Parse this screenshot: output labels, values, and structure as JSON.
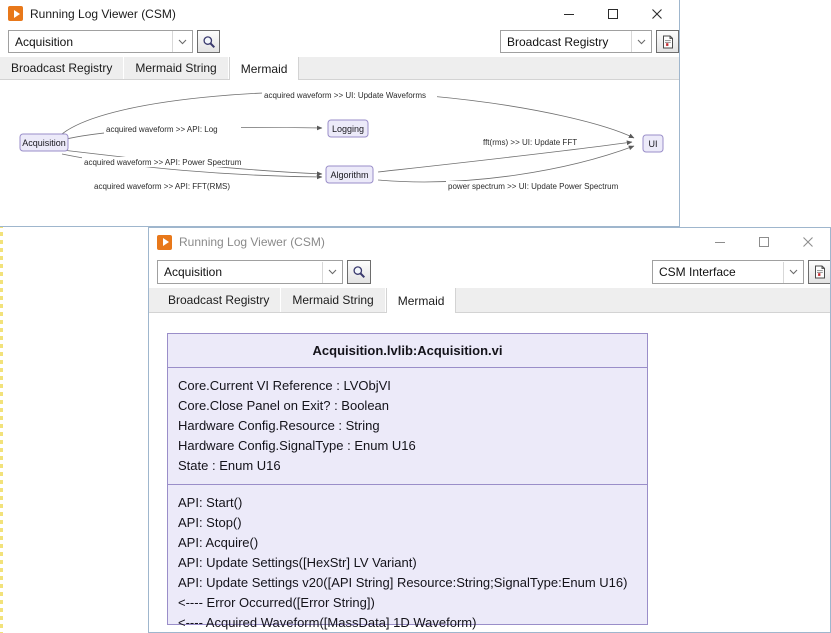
{
  "window_back": {
    "title": "Running Log Viewer (CSM)",
    "icon": "lv-run-icon",
    "controls": {
      "minimize": "minimize-icon",
      "maximize": "maximize-icon",
      "close": "close-icon"
    },
    "search_combo": {
      "value": "Acquisition",
      "arrow": "chevron-down-icon"
    },
    "search_button": "search-icon",
    "right_combo": {
      "value": "Broadcast Registry",
      "arrow": "chevron-down-icon"
    },
    "right_button": "report-icon",
    "tabs": [
      {
        "label": "Broadcast Registry",
        "active": false
      },
      {
        "label": "Mermaid String",
        "active": false
      },
      {
        "label": "Mermaid",
        "active": true
      }
    ],
    "diagram": {
      "type": "mermaid-sequence-flow",
      "nodes": [
        {
          "id": "acquisition",
          "label": "Acquisition"
        },
        {
          "id": "logging",
          "label": "Logging"
        },
        {
          "id": "algorithm",
          "label": "Algorithm"
        },
        {
          "id": "ui",
          "label": "UI"
        }
      ],
      "edges": [
        {
          "from": "acquisition",
          "to": "ui",
          "label": "acquired waveform >> UI: Update Waveforms"
        },
        {
          "from": "acquisition",
          "to": "logging",
          "label": "acquired waveform >> API: Log"
        },
        {
          "from": "acquisition",
          "to": "algorithm",
          "label": "acquired waveform >> API: Power Spectrum"
        },
        {
          "from": "acquisition",
          "to": "algorithm",
          "label": "acquired waveform >> API: FFT(RMS)"
        },
        {
          "from": "algorithm",
          "to": "ui",
          "label": "fft(rms) >> UI: Update FFT"
        },
        {
          "from": "algorithm",
          "to": "ui",
          "label": "power spectrum >> UI: Update Power Spectrum"
        }
      ]
    }
  },
  "window_front": {
    "title": "Running Log Viewer (CSM)",
    "icon": "lv-run-icon",
    "controls": {
      "minimize": "minimize-icon",
      "maximize": "maximize-icon",
      "close": "close-icon"
    },
    "search_combo": {
      "value": "Acquisition",
      "arrow": "chevron-down-icon"
    },
    "search_button": "search-icon",
    "right_combo": {
      "value": "CSM Interface",
      "arrow": "chevron-down-icon"
    },
    "right_button": "report-icon",
    "tabs": [
      {
        "label": "Broadcast Registry",
        "active": false
      },
      {
        "label": "Mermaid String",
        "active": false
      },
      {
        "label": "Mermaid",
        "active": true
      }
    ],
    "class_diagram": {
      "title": "Acquisition.lvlib:Acquisition.vi",
      "attributes": [
        "Core.Current VI Reference : LVObjVI",
        "Core.Close Panel on Exit? : Boolean",
        "Hardware Config.Resource : String",
        "Hardware Config.SignalType : Enum U16",
        "State : Enum U16"
      ],
      "methods": [
        "API: Start()",
        "API: Stop()",
        "API: Acquire()",
        "API: Update Settings([HexStr] LV Variant)",
        "API: Update Settings v20([API String] Resource:String;SignalType:Enum U16)",
        "<---- Error Occurred([Error String])",
        "<---- Acquired Waveform([MassData] 1D Waveform)"
      ]
    }
  },
  "colors": {
    "node_fill": "#eceaf9",
    "node_stroke": "#9a8ec9",
    "accent_orange": "#e8781a",
    "tab_inactive": "#eeeeee",
    "window_border": "#9fb6cd"
  }
}
